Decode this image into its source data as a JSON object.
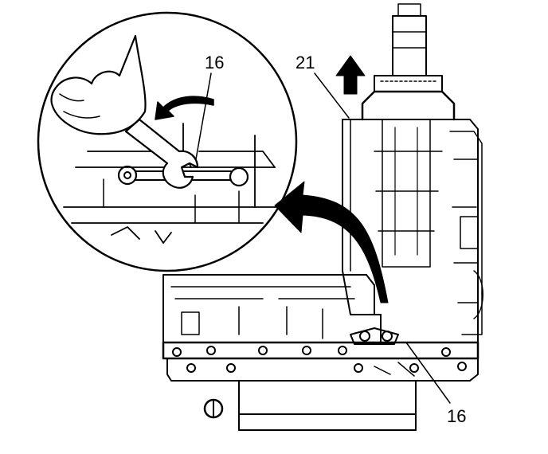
{
  "diagram": {
    "callouts": {
      "top_inset": "16",
      "pump": "21",
      "bottom": "16"
    },
    "colors": {
      "ink": "#000000",
      "paper": "#ffffff"
    },
    "icons": [
      "hand-icon",
      "wrench-icon",
      "rotate-arrow-icon",
      "lift-arrow-icon",
      "transition-arrow-icon"
    ]
  }
}
